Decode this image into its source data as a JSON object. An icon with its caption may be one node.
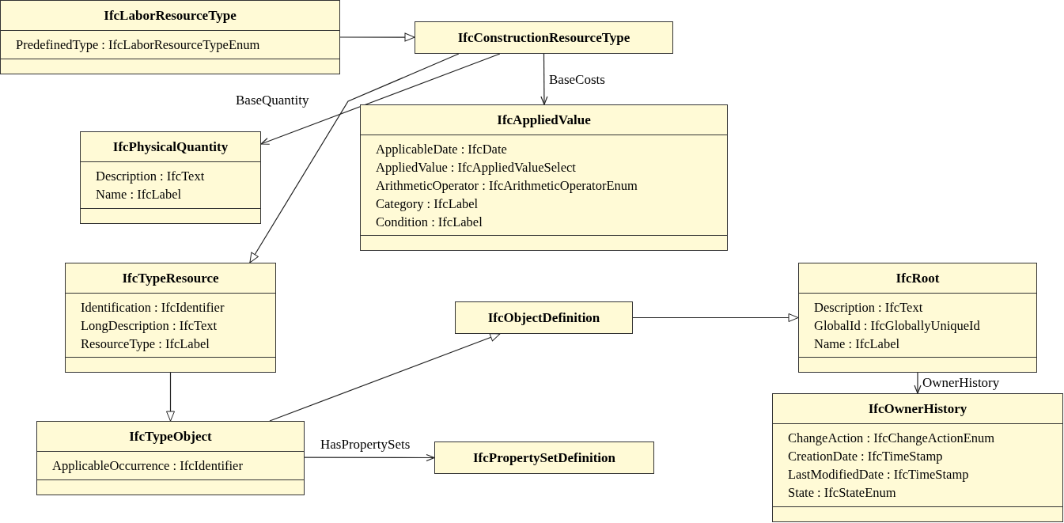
{
  "diagram": {
    "nodes": [
      {
        "text": [
          "IfcLaborResourceType",
          "PredefinedType : IfcLaborResourceTypeEnum"
        ]
      },
      {
        "text": [
          "IfcConstructionResourceType"
        ]
      },
      {
        "text": [
          "IfcPhysicalQuantity",
          "Description : IfcText",
          "Name : IfcLabel"
        ]
      },
      {
        "text": [
          "IfcAppliedValue",
          "ApplicableDate : IfcDate",
          "AppliedValue : IfcAppliedValueSelect",
          "ArithmeticOperator : IfcArithmeticOperatorEnum",
          "Category : IfcLabel",
          "Condition : IfcLabel"
        ]
      },
      {
        "text": [
          "IfcTypeResource",
          "Identification : IfcIdentifier",
          "LongDescription : IfcText",
          "ResourceType : IfcLabel"
        ]
      },
      {
        "text": [
          "IfcObjectDefinition"
        ]
      },
      {
        "text": [
          "IfcRoot",
          "Description : IfcText",
          "GlobalId : IfcGloballyUniqueId",
          "Name : IfcLabel"
        ]
      },
      {
        "text": [
          "IfcOwnerHistory",
          "ChangeAction : IfcChangeActionEnum",
          "CreationDate : IfcTimeStamp",
          "LastModifiedDate : IfcTimeStamp",
          "State : IfcStateEnum"
        ]
      },
      {
        "text": [
          "IfcTypeObject",
          "ApplicableOccurrence : IfcIdentifier"
        ]
      },
      {
        "text": [
          "IfcPropertySetDefinition"
        ]
      }
    ],
    "edges": [
      {
        "from": 0,
        "to": 1,
        "arrow": "to"
      },
      {
        "from": 1,
        "to": 2,
        "arrow": "to",
        "label": "BaseQuantity"
      },
      {
        "from": 1,
        "to": 4,
        "arrow": "to"
      },
      {
        "from": 1,
        "to": 3,
        "arrow": "to",
        "label": "BaseCosts"
      },
      {
        "from": 4,
        "to": 8,
        "arrow": "to"
      },
      {
        "from": 8,
        "to": 5,
        "arrow": "to"
      },
      {
        "from": 5,
        "to": 6,
        "arrow": "to"
      },
      {
        "from": 6,
        "to": 7,
        "arrow": "to",
        "label": "OwnerHistory"
      },
      {
        "from": 8,
        "to": 9,
        "arrow": "to",
        "label": "HasPropertySets"
      }
    ]
  }
}
